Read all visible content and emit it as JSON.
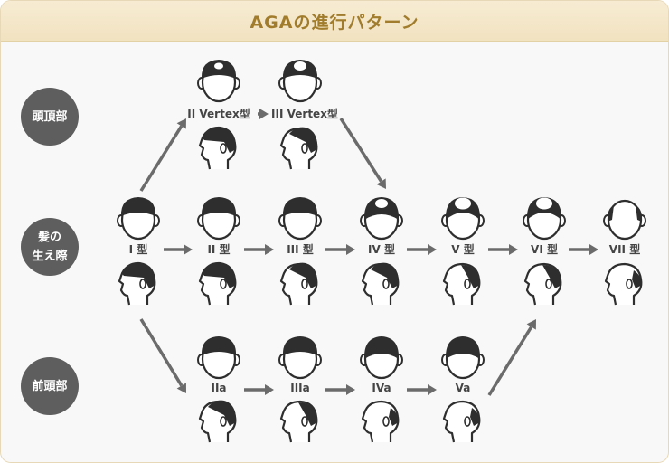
{
  "title": "AGAの進行パターン",
  "rows": {
    "crown": "頭頂部",
    "hairline_1": "髪の",
    "hairline_2": "生え際",
    "front": "前頭部"
  },
  "stages": {
    "s1": "I 型",
    "s2": "II 型",
    "s3": "III 型",
    "s4": "IV 型",
    "s5": "V 型",
    "s6": "VI 型",
    "s7": "VII 型",
    "v2": "II Vertex型",
    "v3": "III Vertex型",
    "a2": "IIa",
    "a3": "IIIa",
    "a4": "IVa",
    "a5": "Va"
  },
  "colors": {
    "accent": "#a07c2c",
    "badge": "#5e5e5e",
    "hair": "#2e2e2e",
    "arrow": "#6b6b6b"
  }
}
